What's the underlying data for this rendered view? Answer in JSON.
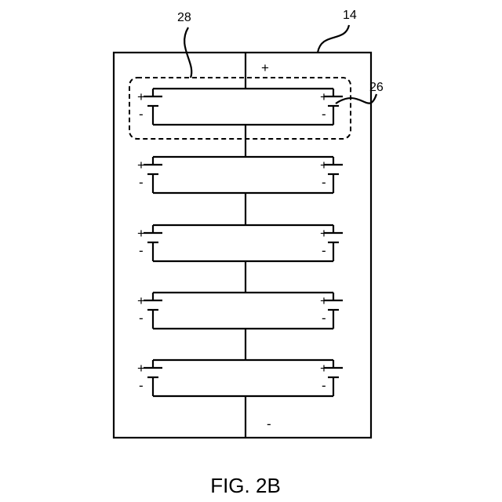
{
  "figure": {
    "caption": "FIG. 2B",
    "reference_numerals": {
      "enclosure": "14",
      "module_group": "28",
      "cell": "26"
    },
    "terminals": {
      "positive": "+",
      "negative": "-"
    },
    "cell_signs": {
      "positive": "+",
      "negative": "-"
    },
    "module_count": 5
  }
}
